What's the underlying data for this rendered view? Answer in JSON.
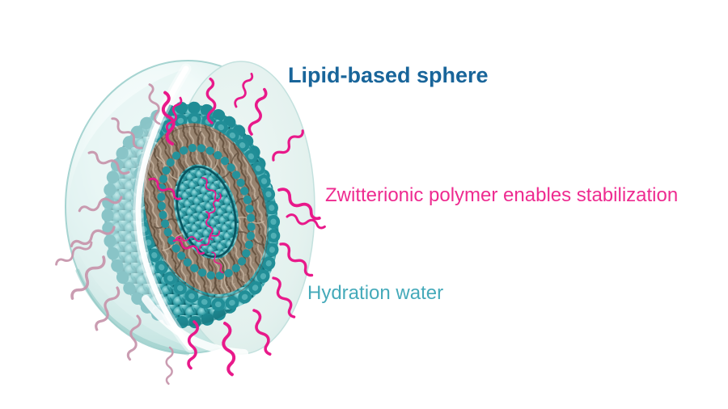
{
  "figure": {
    "title": "Lipid-based sphere",
    "labels": {
      "polymer": "Zwitterionic polymer enables stabilization",
      "hydration": "Hydration water"
    },
    "legend": {
      "title_color": "#19659a",
      "polymer_color": "#ee2b90",
      "hydration_color": "#45aaba",
      "lipid_head_color": "#2a99a2",
      "lipid_tail_color": "#97836f",
      "hydration_shell_color": "#cfe9e8",
      "polymer_muted_color": "#c897ad"
    },
    "parts": {
      "shell": "hydration water shell (cut-away sphere)",
      "cut_face": "cut plane interior face",
      "lipid_sphere": "lipid head-group sphere",
      "tail_ring": "lipid tail bilayer ring",
      "core": "inner lipid core with zwitterionic polymer"
    }
  }
}
